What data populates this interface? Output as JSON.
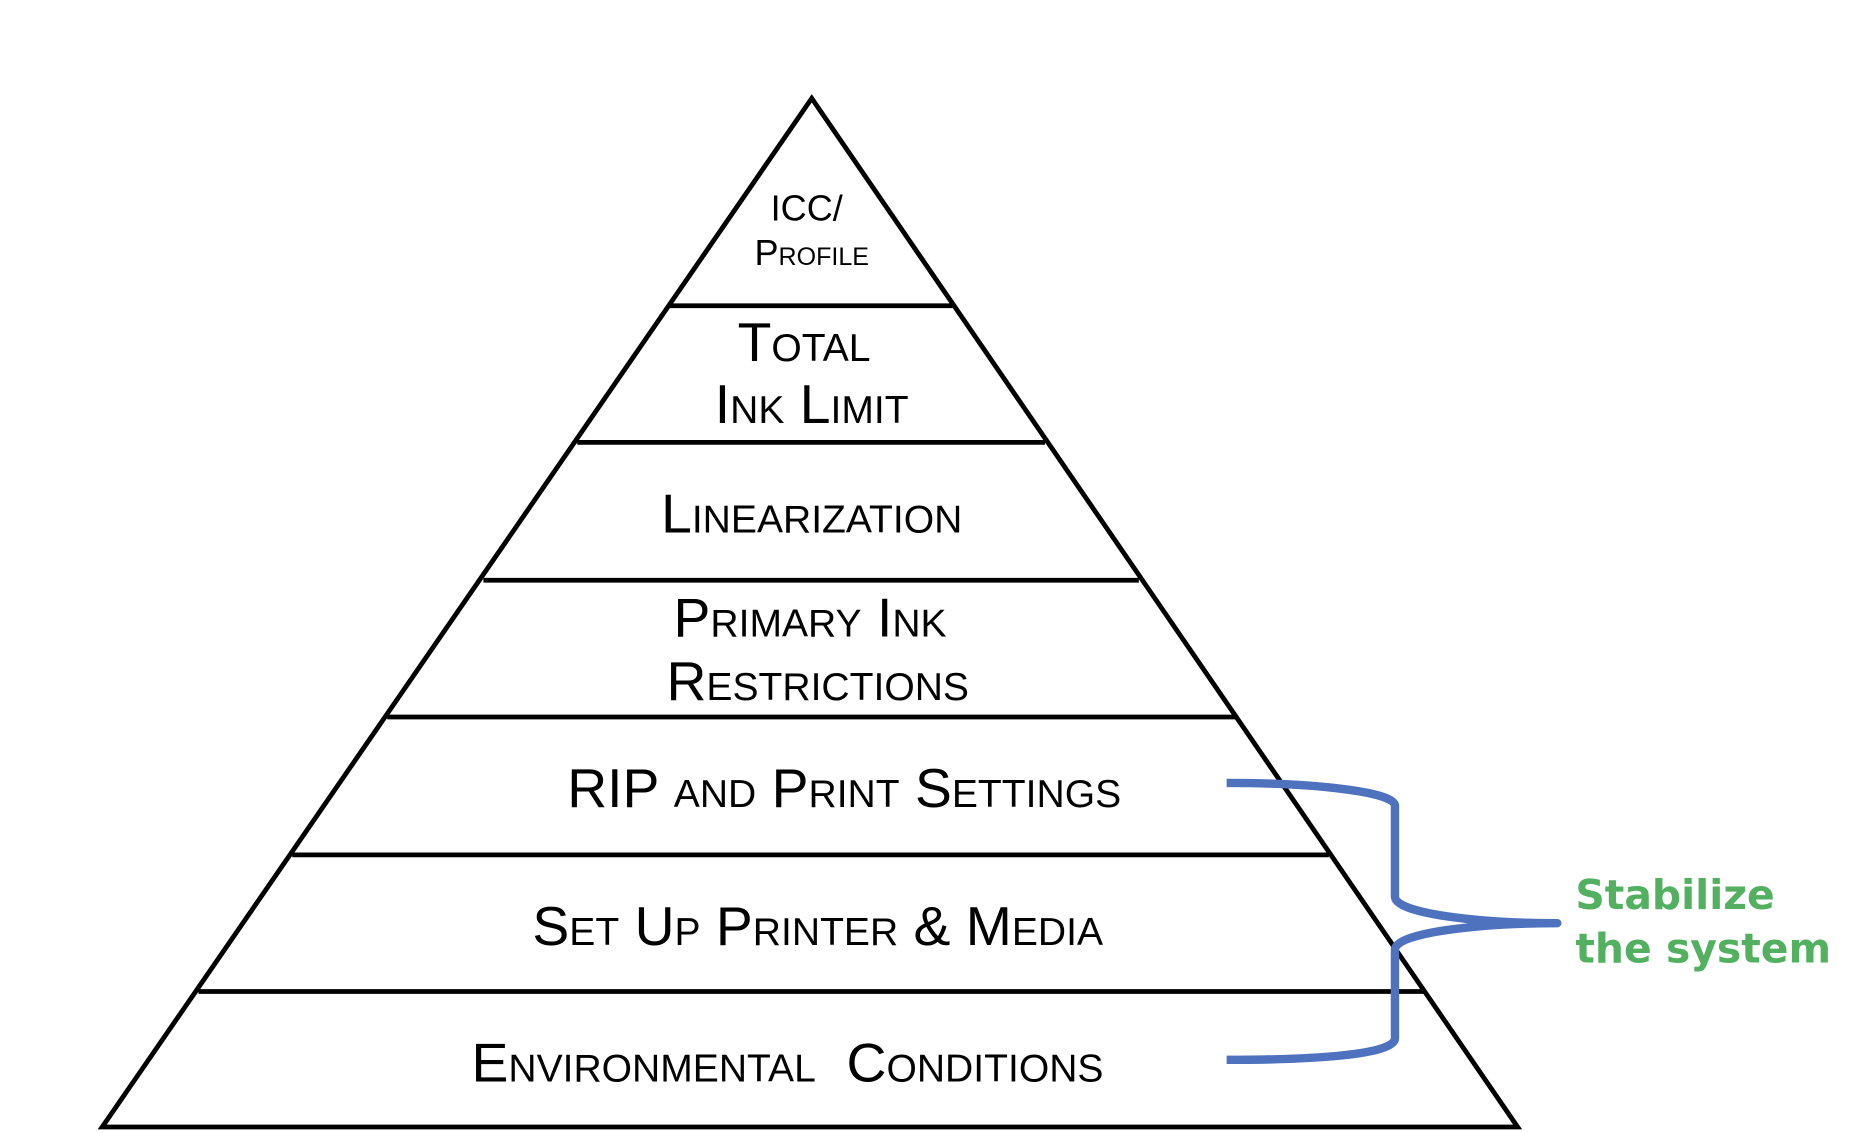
{
  "levels": [
    {
      "lines": [
        "ICC/",
        "Profile"
      ]
    },
    {
      "lines": [
        "Total",
        "Ink Limit"
      ]
    },
    {
      "lines": [
        "Linearization"
      ]
    },
    {
      "lines": [
        "Primary Ink",
        "Restrictions"
      ]
    },
    {
      "lines": [
        "RIP and Print Settings"
      ]
    },
    {
      "lines": [
        "Set Up Printer & Media"
      ]
    },
    {
      "lines": [
        "Environmental  Conditions"
      ]
    }
  ],
  "annotation": {
    "line1": "Stabilize",
    "line2": "the system",
    "text_color": "#52b060",
    "bracket_color": "#4f72be"
  }
}
